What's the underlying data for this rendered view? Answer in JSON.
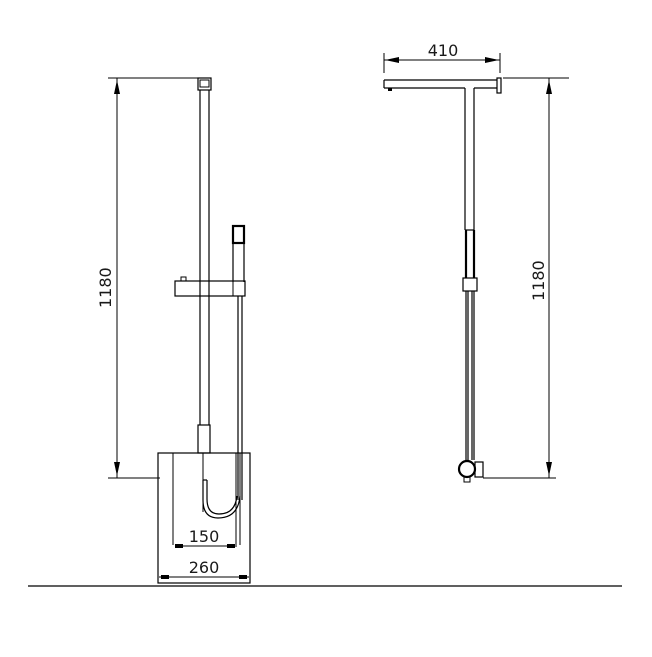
{
  "drawing": {
    "type": "technical-drawing",
    "subject": "shower column",
    "colors": {
      "line": "#000000",
      "text": "#1a1a1a",
      "background": "#ffffff"
    },
    "views": [
      {
        "id": "front-view",
        "dimensions": {
          "height": "1180",
          "hose_spacing": "150",
          "base_width": "260"
        }
      },
      {
        "id": "side-view",
        "dimensions": {
          "arm_reach": "410",
          "height": "1180"
        }
      }
    ]
  },
  "labels": {
    "front_height": "1180",
    "front_inner_width": "150",
    "front_outer_width": "260",
    "side_arm_length": "410",
    "side_height": "1180"
  }
}
